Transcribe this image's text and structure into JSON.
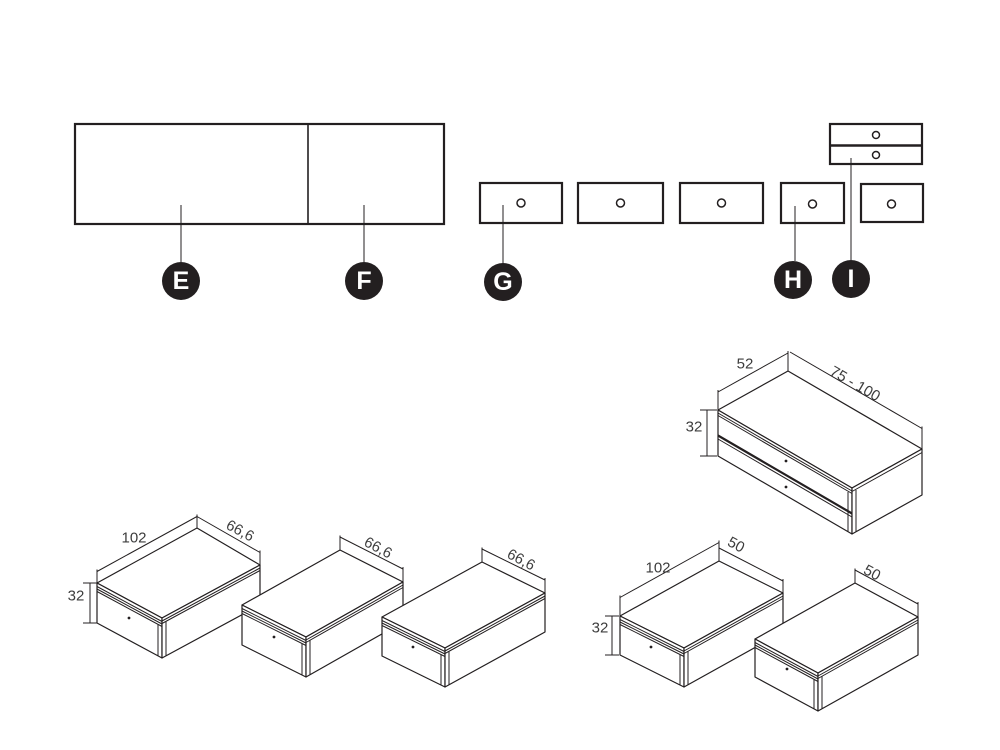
{
  "palette": {
    "background": "#ffffff",
    "line": "#231f20",
    "callout_bg": "#231f20",
    "callout_text": "#ffffff",
    "dim_text": "#3d3d3d"
  },
  "callouts": {
    "e": "E",
    "f": "F",
    "g": "G",
    "h": "H",
    "i": "I"
  },
  "units": {
    "wide_single": {
      "width": "102",
      "depth": "66,6",
      "height": "32"
    },
    "mid_single": {
      "depth": "66,6"
    },
    "right_single": {
      "depth": "66,6"
    },
    "double_drawer": {
      "depth": "52",
      "width_range": "75 - 100",
      "height": "32"
    },
    "single_50_left": {
      "width": "102",
      "depth": "50",
      "height": "32"
    },
    "single_50_right": {
      "depth": "50"
    }
  }
}
